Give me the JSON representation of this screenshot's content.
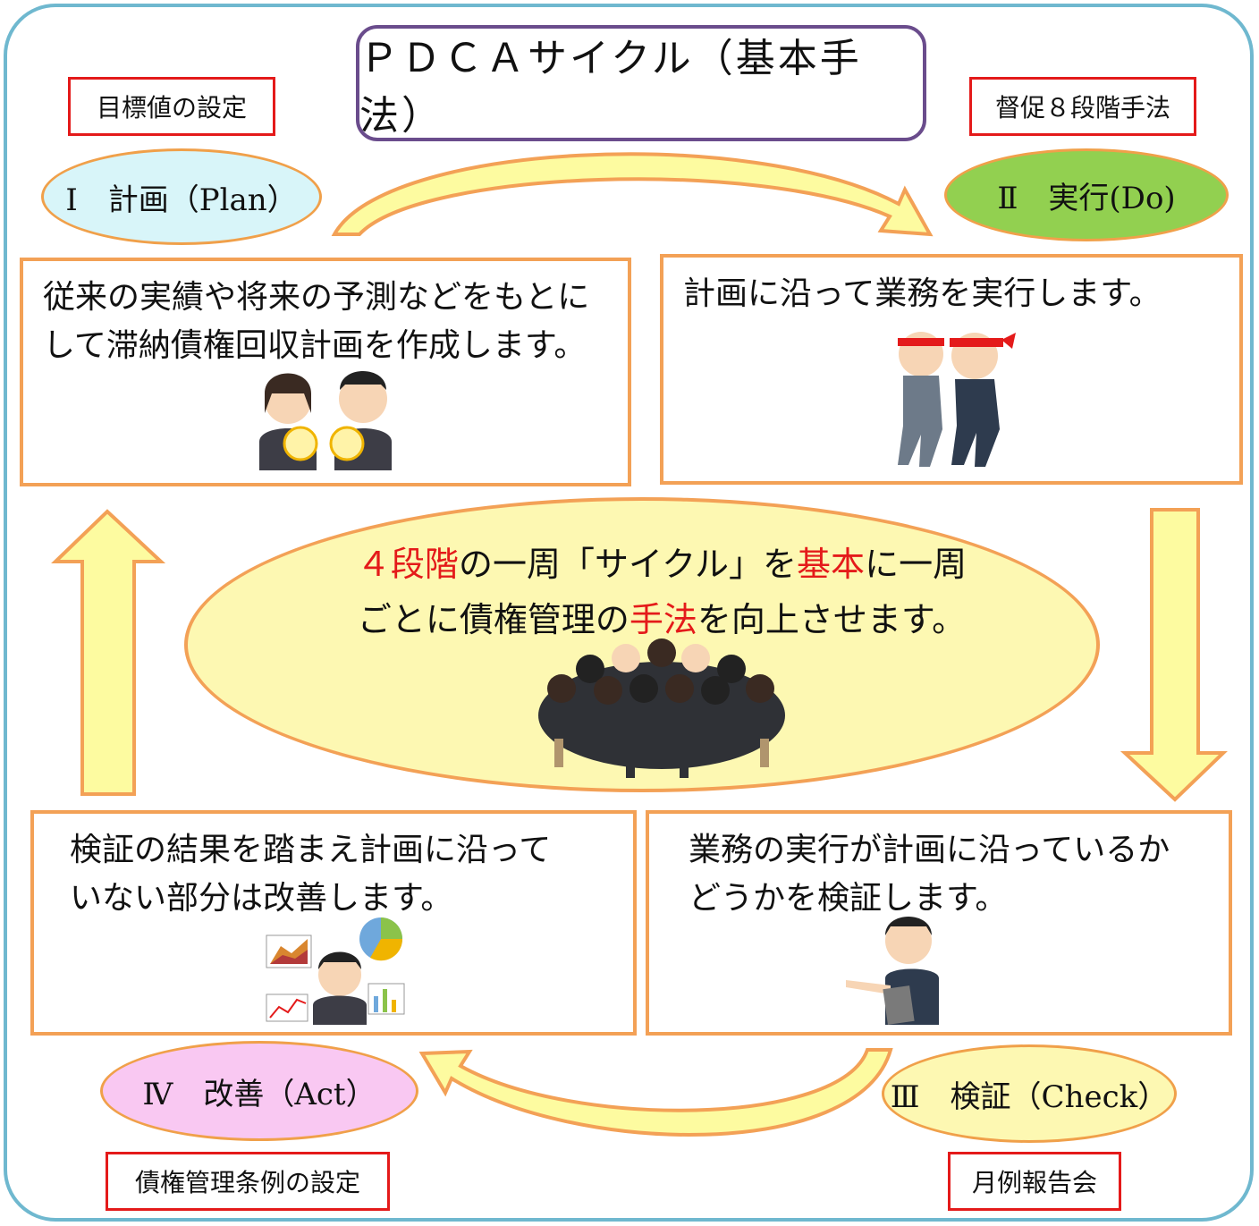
{
  "title": "ＰＤＣＡサイクル（基本手法）",
  "labels": {
    "plan_tag": "目標値の設定",
    "do_tag": "督促８段階手法",
    "act_tag": "債権管理条例の設定",
    "check_tag": "月例報告会"
  },
  "phases": {
    "plan": {
      "label": "Ⅰ　計画（Plan）",
      "color": "#d8f5f9"
    },
    "do": {
      "label": "Ⅱ　実行(Do)",
      "color": "#92d050"
    },
    "check": {
      "label": "Ⅲ　検証（Check）",
      "color": "#fdf8b2"
    },
    "act": {
      "label": "Ⅳ　改善（Act）",
      "color": "#f9c8f2"
    }
  },
  "steps": {
    "plan": {
      "line1": "従来の実績や将来の予測などをもとに",
      "line2": "して滞納債権回収計画を作成します。",
      "icon": "meeting-people-icon"
    },
    "do": {
      "line1": "計画に沿って業務を実行します。",
      "icon": "running-people-icon"
    },
    "act": {
      "line1": "検証の結果を踏まえ計画に沿って",
      "line2": "いない部分は改善します。",
      "icon": "thinking-man-charts-icon"
    },
    "check": {
      "line1": "業務の実行が計画に沿っているか",
      "line2": "どうかを検証します。",
      "icon": "pointing-man-icon"
    }
  },
  "center": {
    "line1": [
      "４段階",
      "の一周「サイクル」を",
      "基本",
      "に一周"
    ],
    "line2": [
      "ごとに債権管理の",
      "手法",
      "を向上させます。"
    ],
    "icon": "team-huddle-icon"
  },
  "colors": {
    "frame": "#6fb8cf",
    "title_border": "#6a4c8c",
    "tag_border": "#e41a1a",
    "box_border": "#f3a156",
    "arrow_fill": "#fdfba0",
    "highlight": "#e41a1a"
  }
}
